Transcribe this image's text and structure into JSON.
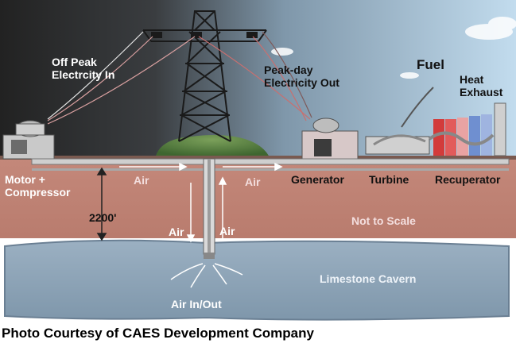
{
  "labels": {
    "off_peak": "Off Peak\nElectrcity In",
    "peak_day": "Peak-day\nElectricity Out",
    "fuel": "Fuel",
    "heat_exhaust": "Heat\nExhaust",
    "motor_compressor": "Motor +\nCompressor",
    "air_1": "Air",
    "air_2": "Air",
    "depth": "2200'",
    "generator": "Generator",
    "turbine": "Turbine",
    "recuperator": "Recuperator",
    "not_to_scale": "Not to Scale",
    "air_down": "Air",
    "air_up": "Air",
    "limestone_cavern": "Limestone Cavern",
    "air_in_out": "Air In/Out"
  },
  "caption": "Photo Courtesy of CAES Development Company",
  "colors": {
    "sky_dark": "#2b2b2b",
    "sky_light": "#bcd6ea",
    "ground": "#c98a78",
    "cavern": "#8fa6ba",
    "hill": "#4f7a3a",
    "pipe": "#c9c9c9",
    "recuperator_red": "#d23b3b",
    "recuperator_blue": "#6f8fd0"
  }
}
